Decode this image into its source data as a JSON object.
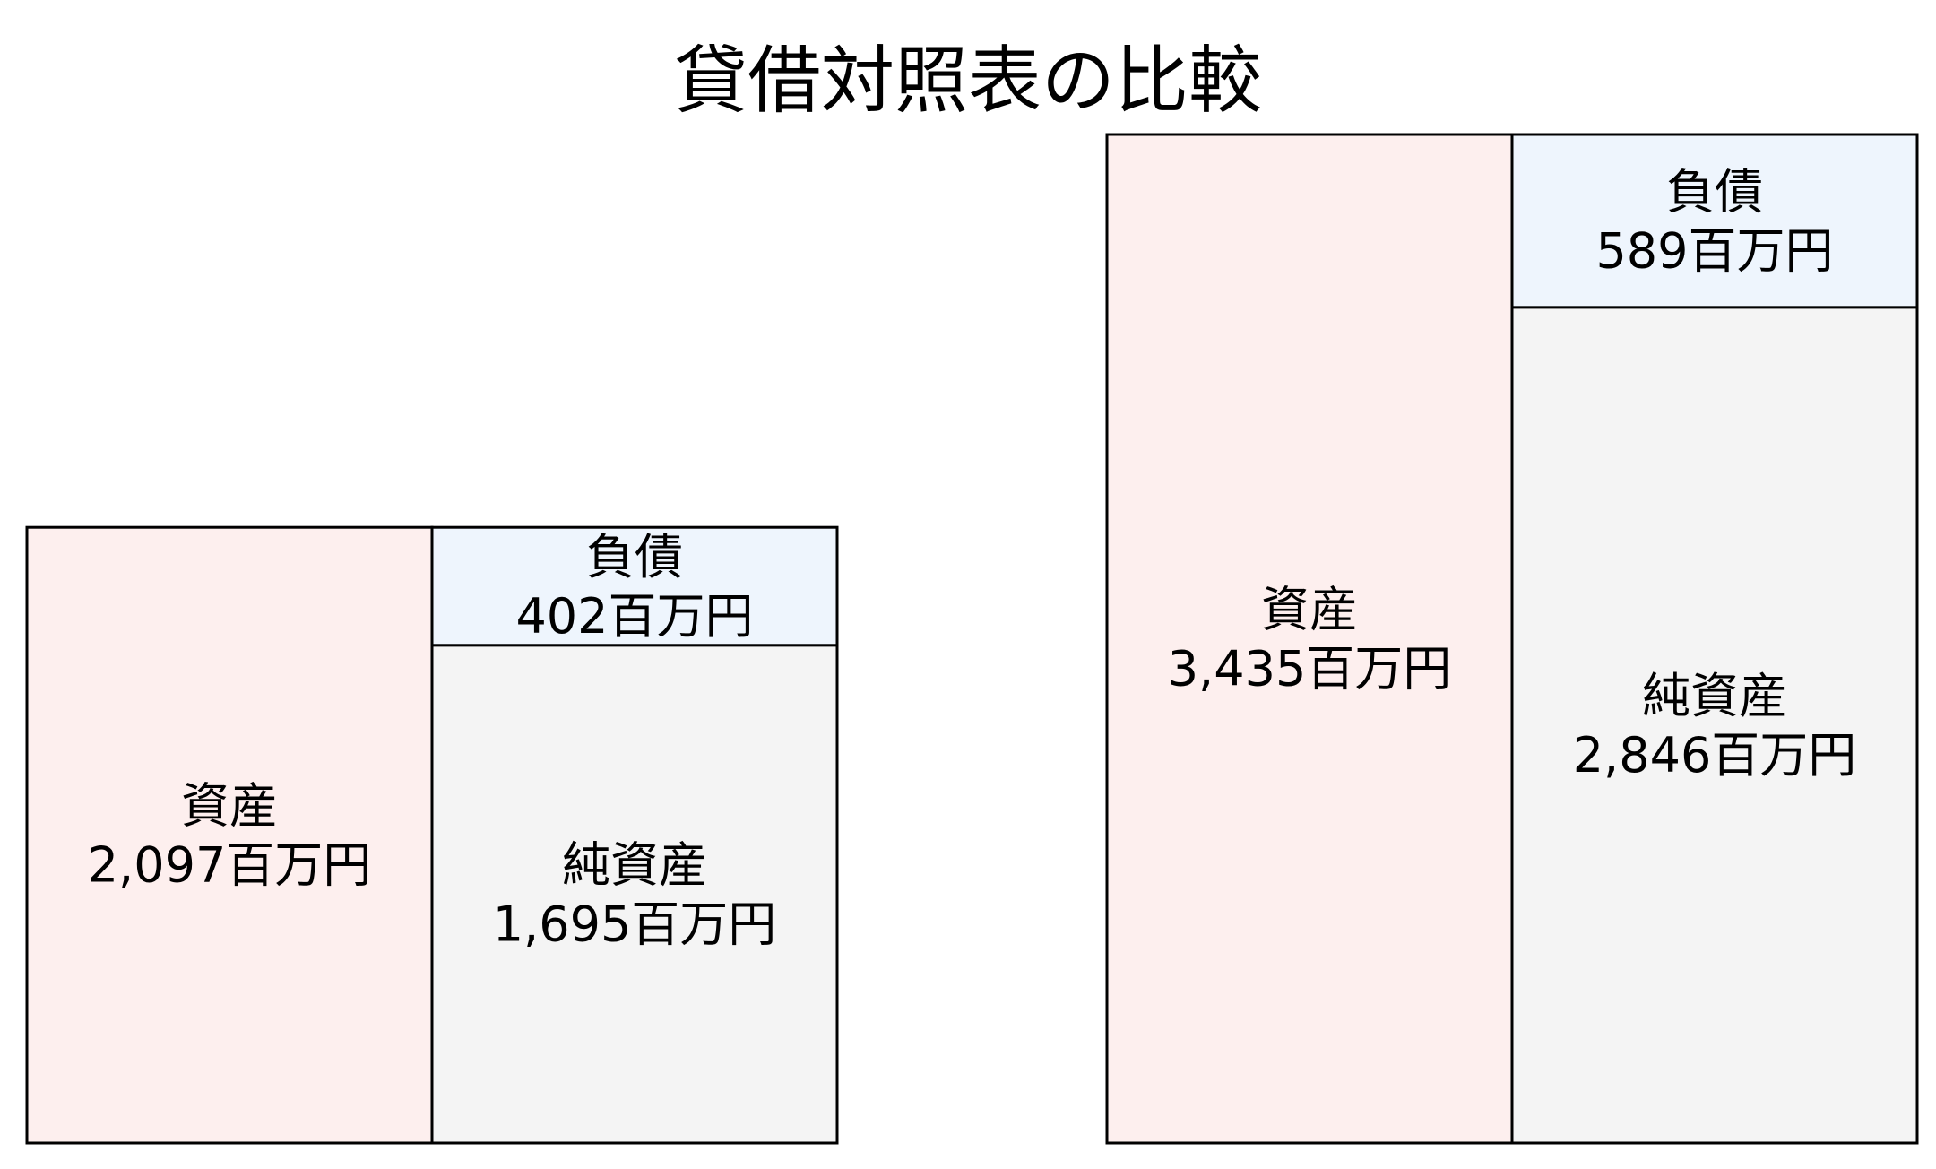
{
  "chart_data": {
    "type": "table",
    "title": "貸借対照表の比較",
    "unit": "百万円",
    "colors": {
      "assets": "#fdefee",
      "liabilities": "#eef5fd",
      "net_assets": "#f4f4f4",
      "border": "#000000"
    },
    "sheets": [
      {
        "assets": {
          "label": "資産",
          "value": 2097,
          "value_text": "2,097百万円"
        },
        "liabilities": {
          "label": "負債",
          "value": 402,
          "value_text": "402百万円"
        },
        "net_assets": {
          "label": "純資産",
          "value": 1695,
          "value_text": "1,695百万円"
        }
      },
      {
        "assets": {
          "label": "資産",
          "value": 3435,
          "value_text": "3,435百万円"
        },
        "liabilities": {
          "label": "負債",
          "value": 589,
          "value_text": "589百万円"
        },
        "net_assets": {
          "label": "純資産",
          "value": 2846,
          "value_text": "2,846百万円"
        }
      }
    ]
  }
}
